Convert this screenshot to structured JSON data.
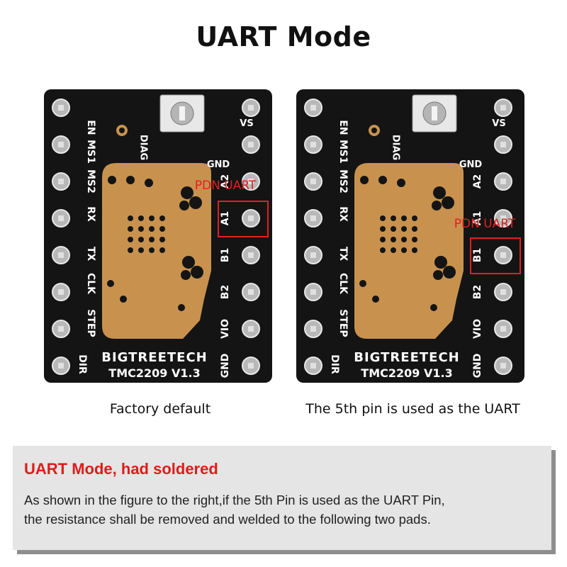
{
  "title": "UART Mode",
  "boards": {
    "left": {
      "callout": "PDN UART",
      "brand": "BIGTREETECH",
      "model": "TMC2209 V1.3",
      "caption": "Factory default",
      "pins_left": [
        "EN",
        "MS1",
        "MS2",
        "RX",
        "TX",
        "CLK",
        "STEP",
        "DIR"
      ],
      "pins_right": [
        "VS",
        "DIAG",
        "GND",
        "A2",
        "A1",
        "B1",
        "B2",
        "VIO",
        "GND"
      ]
    },
    "right": {
      "callout": "PDN UART",
      "brand": "BIGTREETECH",
      "model": "TMC2209 V1.3",
      "caption": "The 5th pin is used as the UART",
      "pins_left": [
        "EN",
        "MS1",
        "MS2",
        "RX",
        "TX",
        "CLK",
        "STEP",
        "DIR"
      ],
      "pins_right": [
        "VS",
        "DIAG",
        "GND",
        "A2",
        "A1",
        "B1",
        "B2",
        "VIO",
        "GND"
      ]
    }
  },
  "note": {
    "heading": "UART Mode, had soldered",
    "line1": "As shown in the figure to the right,if the 5th Pin is used as the UART Pin,",
    "line2": "the resistance shall be removed and welded to the following two pads."
  },
  "colors": {
    "pcb": "#141414",
    "copper": "#c8924e",
    "callout": "#e02020",
    "note_heading": "#e01b1b",
    "note_bg": "#e5e5e5",
    "note_shadow": "#8e8e8e"
  }
}
